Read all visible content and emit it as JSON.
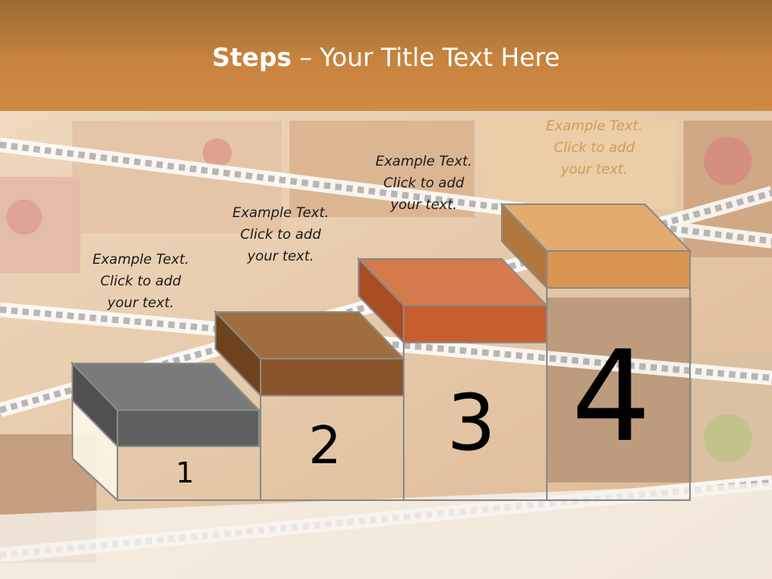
{
  "title": {
    "bold": "Steps",
    "rest": " – Your Title Text Here"
  },
  "steps": [
    {
      "number": "1",
      "text": [
        "Example Text.",
        "Click  to add",
        "your text."
      ],
      "color": "#6b6b6b"
    },
    {
      "number": "2",
      "text": [
        "Example Text.",
        "Click  to add",
        "your text."
      ],
      "color": "#8a5a2e"
    },
    {
      "number": "3",
      "text": [
        "Example Text.",
        "Click  to add",
        "your text."
      ],
      "color": "#c65f2e"
    },
    {
      "number": "4",
      "text": [
        "Example Text.",
        "Click  to add",
        "your text."
      ],
      "color": "#d99a55"
    }
  ],
  "colors": {
    "header": "#c8843f",
    "outline": "#8a8a8a"
  }
}
